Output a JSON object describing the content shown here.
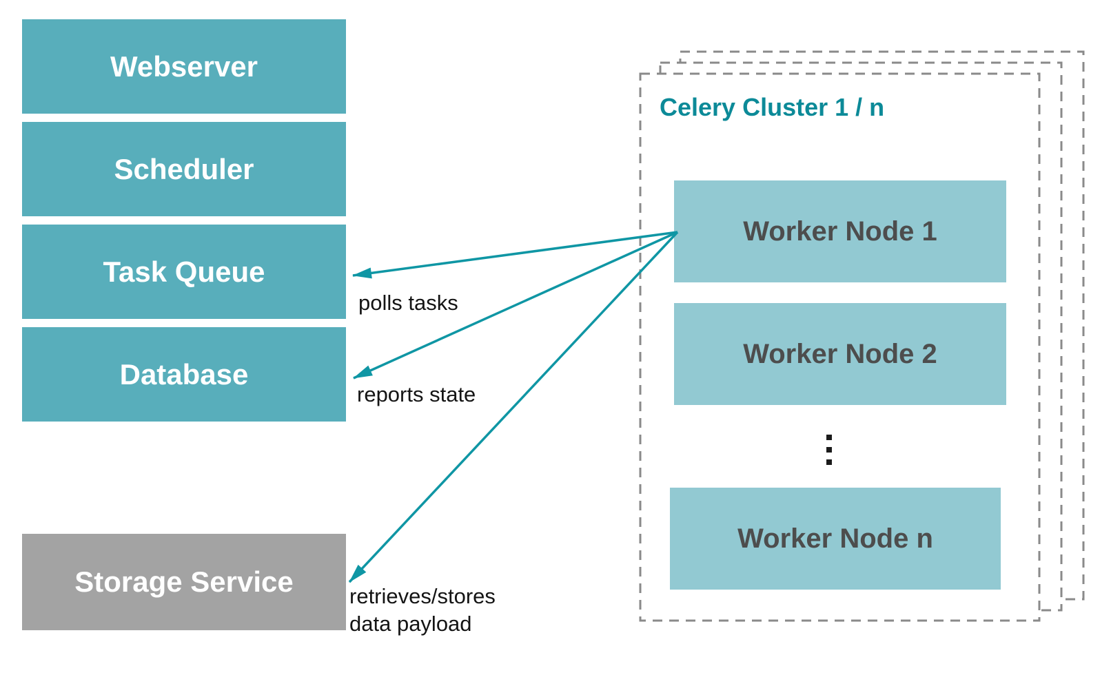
{
  "diagram": {
    "left_stack": [
      {
        "label": "Webserver"
      },
      {
        "label": "Scheduler"
      },
      {
        "label": "Task Queue"
      },
      {
        "label": "Database"
      }
    ],
    "storage": {
      "label": "Storage Service"
    },
    "cluster": {
      "title": "Celery Cluster 1 / n",
      "workers": [
        {
          "label": "Worker Node 1"
        },
        {
          "label": "Worker Node 2"
        },
        {
          "label": "Worker Node n"
        }
      ],
      "ellipsis": "vertical-dots"
    },
    "edge_labels": {
      "polls": "polls tasks",
      "reports": "reports state",
      "retrieves_line1": "retrieves/stores",
      "retrieves_line2": "data payload"
    },
    "colors": {
      "left_box_fill": "#58aebb",
      "worker_box_fill": "#92c9d2",
      "storage_fill": "#a3a3a3",
      "box_text_light": "#ffffff",
      "worker_text": "#4d4d4d",
      "cluster_title": "#0c8a98",
      "arrow": "#0f96a4",
      "dashed_frame": "#8a8a8a",
      "label_text": "#141414"
    }
  }
}
